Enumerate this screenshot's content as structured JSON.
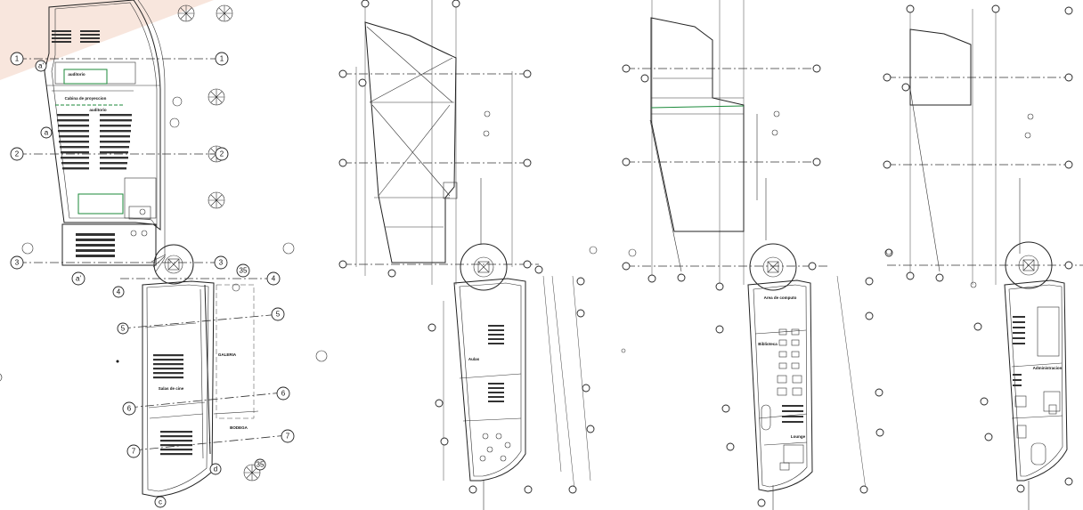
{
  "drawing": {
    "grid_labels": {
      "one": "1",
      "two": "2",
      "three": "3",
      "four": "4",
      "five": "5",
      "six": "6",
      "seven": "7",
      "a_prime": "a'",
      "a": "a",
      "c": "c",
      "d": "d",
      "thirty_five": "35"
    },
    "rooms": {
      "auditorio": "auditorio",
      "cabina": "Cabina de proyeccion",
      "auditorio2": "auditorio",
      "sala_cine": "Salas de cine",
      "galeria": "GALERIA",
      "bodega": "BODEGA",
      "aulas": "Aulas",
      "biblioteca": "Biblioteca",
      "lounge": "Lounge",
      "area_computo": "Area de computo",
      "administracion": "Administracion"
    },
    "accent_colors": {
      "watermark": "#f3d2c4",
      "green_lines": "#1b8a3a",
      "line": "#222222"
    }
  }
}
